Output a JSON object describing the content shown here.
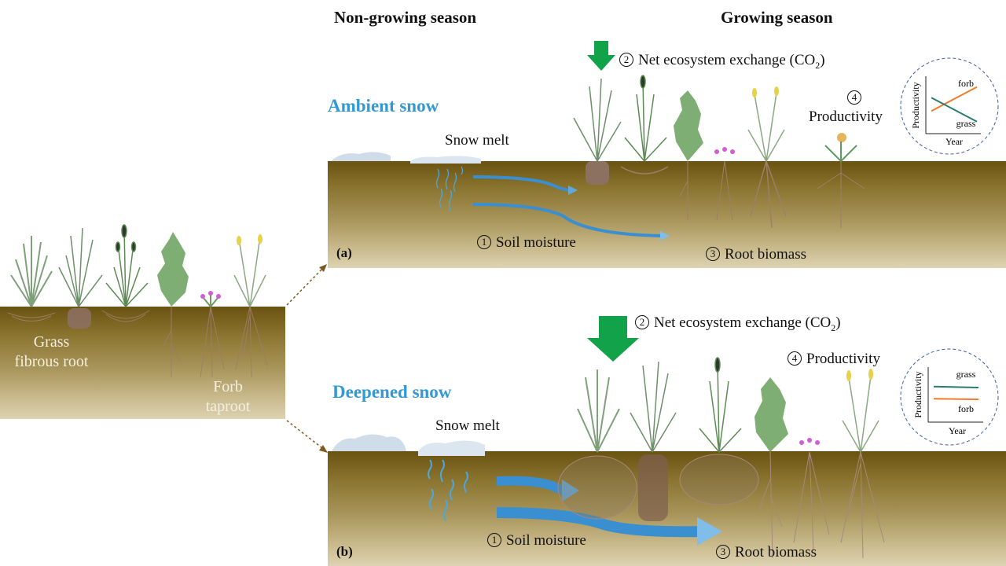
{
  "headers": {
    "non_growing": "Non-growing season",
    "growing": "Growing season"
  },
  "left_panel": {
    "grass_label_line1": "Grass",
    "grass_label_line2": "fibrous root",
    "forb_label_line1": "Forb",
    "forb_label_line2": "taproot"
  },
  "panel_a": {
    "tag": "(a)",
    "scenario": "Ambient snow",
    "snow_melt": "Snow melt",
    "nee_num": "2",
    "nee_label": "Net ecosystem  exchange  (CO",
    "nee_sub": "2",
    "nee_close": ")",
    "productivity_num": "4",
    "productivity": "Productivity",
    "soil_num": "1",
    "soil_moisture": "Soil moisture",
    "root_num": "3",
    "root_biomass": "Root biomass"
  },
  "panel_b": {
    "tag": "(b)",
    "scenario": "Deepened snow",
    "snow_melt": "Snow melt",
    "nee_num": "2",
    "nee_label": "Net ecosystem  exchange  (CO",
    "nee_sub": "2",
    "nee_close": ")",
    "productivity_num": "4",
    "productivity": "Productivity",
    "soil_num": "1",
    "soil_moisture": "Soil moisture",
    "root_num": "3",
    "root_biomass": "Root biomass"
  },
  "colors": {
    "scenario": "#3399d4",
    "nee_arrow": "#12a24a",
    "water": "#2f86c9",
    "forb_line": "#f07b2b",
    "grass_line": "#2a7d6e"
  },
  "chart_data": [
    {
      "type": "line",
      "title": "",
      "xlabel": "Year",
      "ylabel": "Productivity",
      "x": [
        0,
        1
      ],
      "series": [
        {
          "name": "forb",
          "values": [
            0.35,
            0.8
          ]
        },
        {
          "name": "grass",
          "values": [
            0.6,
            0.15
          ]
        }
      ],
      "ylim": [
        0,
        1
      ]
    },
    {
      "type": "line",
      "title": "",
      "xlabel": "Year",
      "ylabel": "Productivity",
      "x": [
        0,
        1
      ],
      "series": [
        {
          "name": "grass",
          "values": [
            0.62,
            0.6
          ]
        },
        {
          "name": "forb",
          "values": [
            0.38,
            0.37
          ]
        }
      ],
      "ylim": [
        0,
        1
      ]
    }
  ]
}
